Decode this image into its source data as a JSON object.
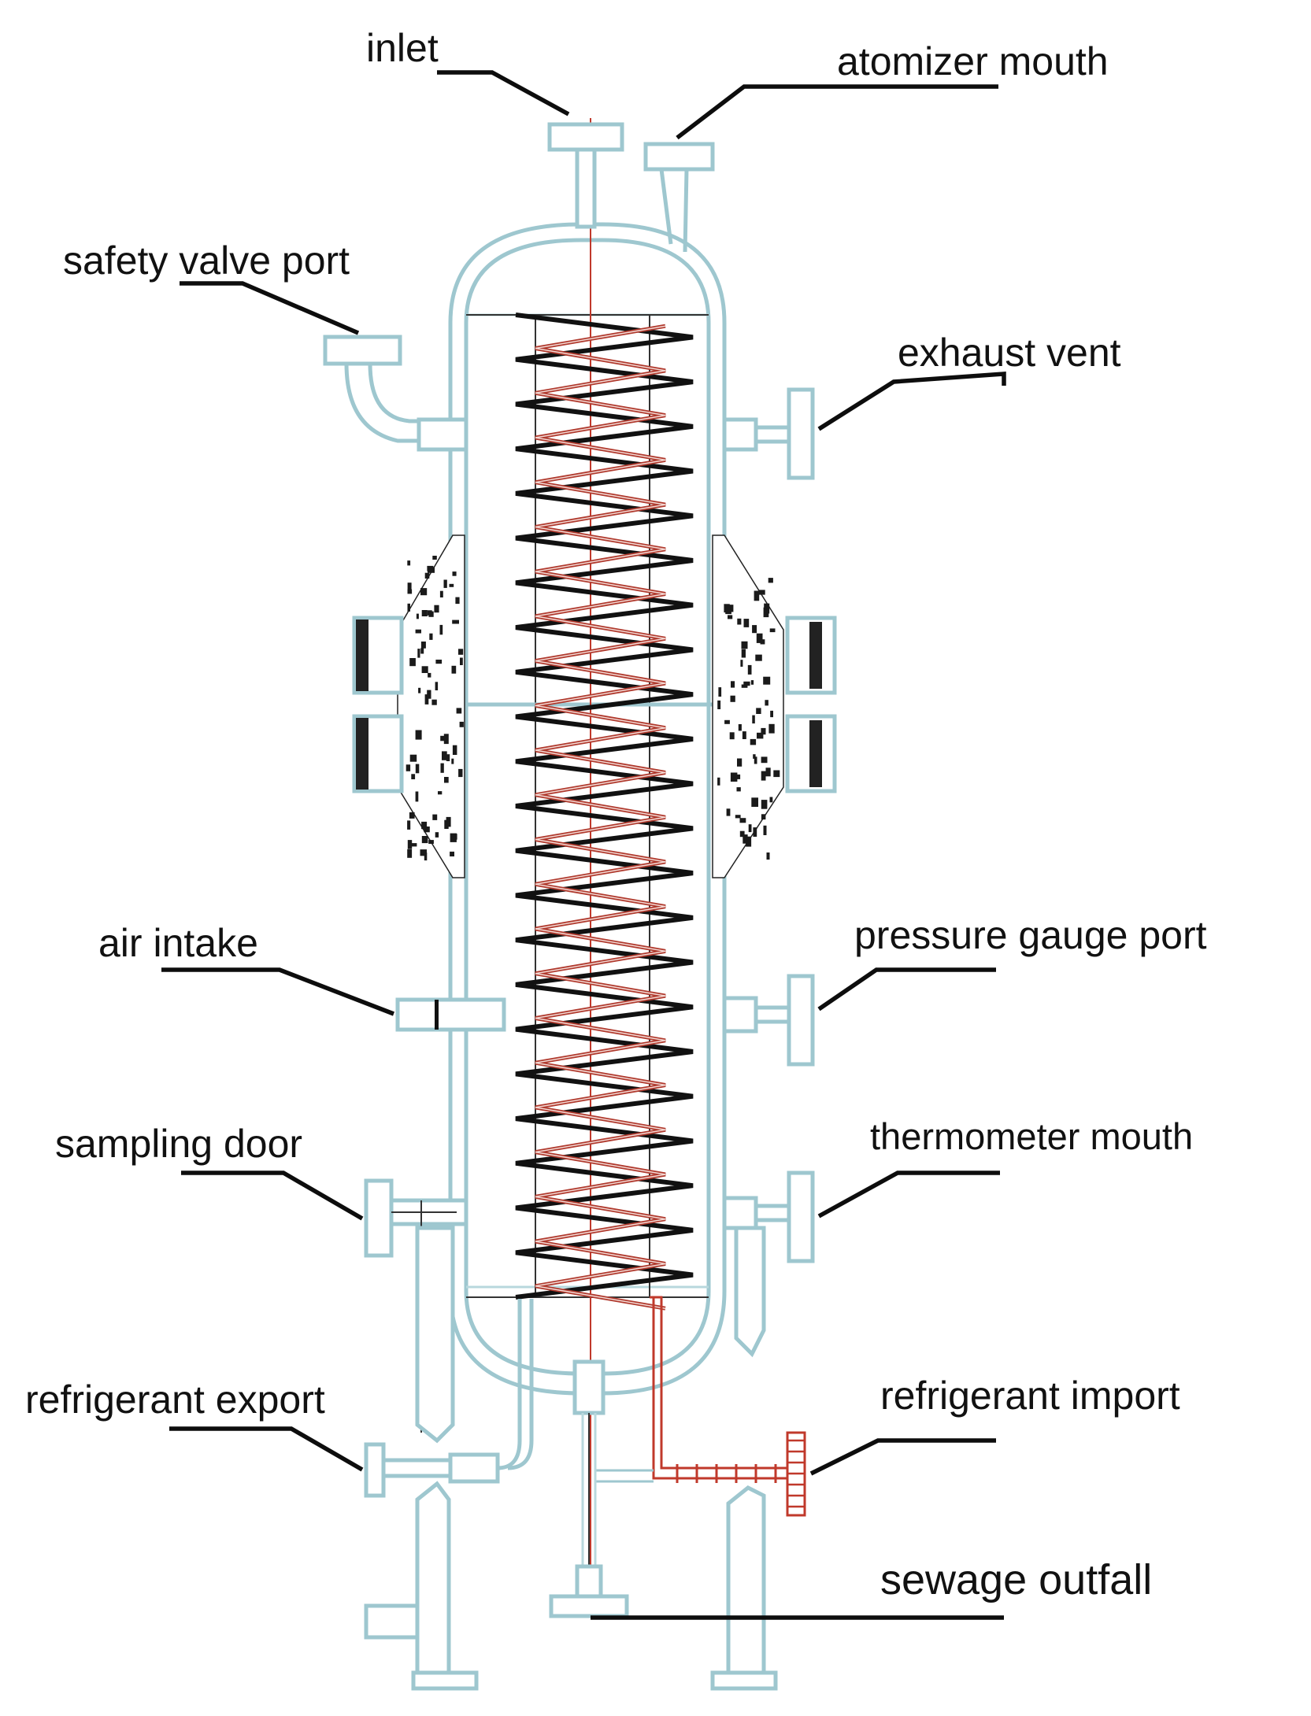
{
  "labels": {
    "inlet": "inlet",
    "atomizer_mouth": "atomizer mouth",
    "safety_valve_port": "safety valve port",
    "exhaust_vent": "exhaust vent",
    "air_intake": "air intake",
    "pressure_gauge_port": "pressure gauge port",
    "sampling_door": "sampling door",
    "thermometer_mouth": "thermometer mouth",
    "refrigerant_export": "refrigerant export",
    "refrigerant_import": "refrigerant import",
    "sewage_outfall": "sewage outfall"
  },
  "colors": {
    "vessel_outline": "#9ec7cf",
    "coil_dark": "#111111",
    "coil_red": "#b03a2e",
    "leader_line": "#0d0d0d"
  },
  "icons": {
    "coil": "zigzag-heating-coil",
    "packing": "packed-section"
  }
}
